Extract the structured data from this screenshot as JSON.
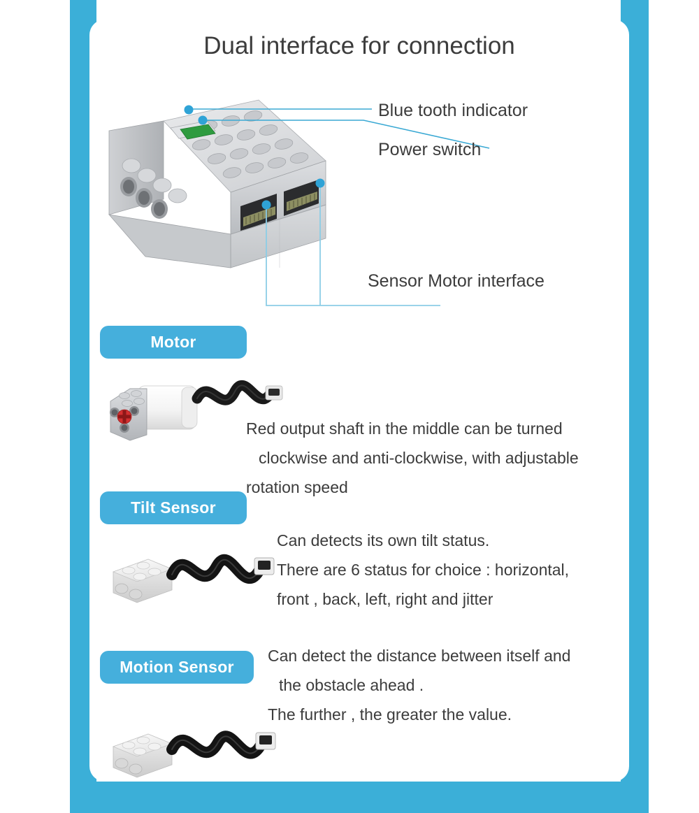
{
  "theme": {
    "frame_blue": "#3BAFD8",
    "badge_blue": "#45AFDC",
    "text_dark": "#3c3c3c",
    "leader_blue": "#3AA9D4",
    "led_green": "#2E9B3F",
    "shaft_red": "#D32F2F"
  },
  "title": "Dual interface for connection",
  "callouts": [
    {
      "id": "bluetooth-indicator",
      "label": "Blue tooth indicator"
    },
    {
      "id": "power-switch",
      "label": "Power switch"
    },
    {
      "id": "sensor-motor-interface",
      "label": "Sensor Motor interface"
    }
  ],
  "sections": [
    {
      "id": "motor",
      "badge": "Motor",
      "lines": [
        "Red output shaft in the middle can be turned",
        "clockwise and anti-clockwise, with adjustable",
        "rotation speed"
      ]
    },
    {
      "id": "tilt-sensor",
      "badge": "Tilt Sensor",
      "lines": [
        "Can detects its own tilt status.",
        "There are 6 status for choice : horizontal,",
        "front , back, left, right and jitter"
      ]
    },
    {
      "id": "motion-sensor",
      "badge": "Motion Sensor",
      "lines": [
        "Can detect the distance between itself and",
        "the obstacle ahead .",
        "The further , the greater the value."
      ]
    }
  ]
}
